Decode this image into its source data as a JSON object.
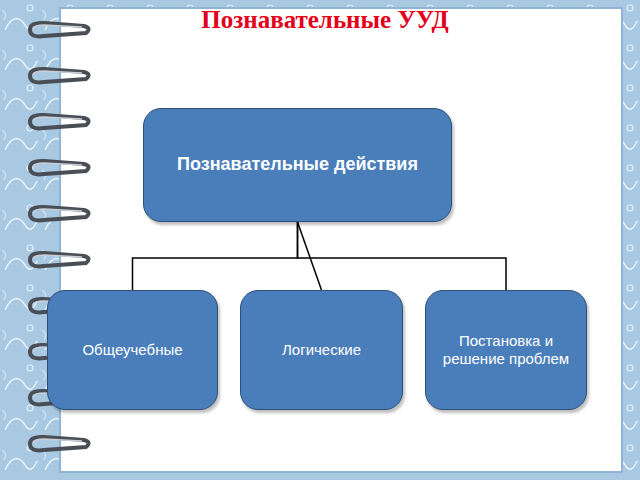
{
  "diagram": {
    "title": "Познавательные УУД",
    "nodes": [
      {
        "text": [
          "Познавательные действия"
        ]
      },
      {
        "text": [
          "Общеучебные"
        ]
      },
      {
        "text": [
          "Логические"
        ]
      },
      {
        "text": [
          "Постановка и решение проблем"
        ]
      }
    ],
    "edges": [
      {
        "from": 0,
        "to": 1,
        "arrow": "none"
      },
      {
        "from": 0,
        "to": 2,
        "arrow": "none"
      },
      {
        "from": 0,
        "to": 3,
        "arrow": "none"
      }
    ]
  }
}
